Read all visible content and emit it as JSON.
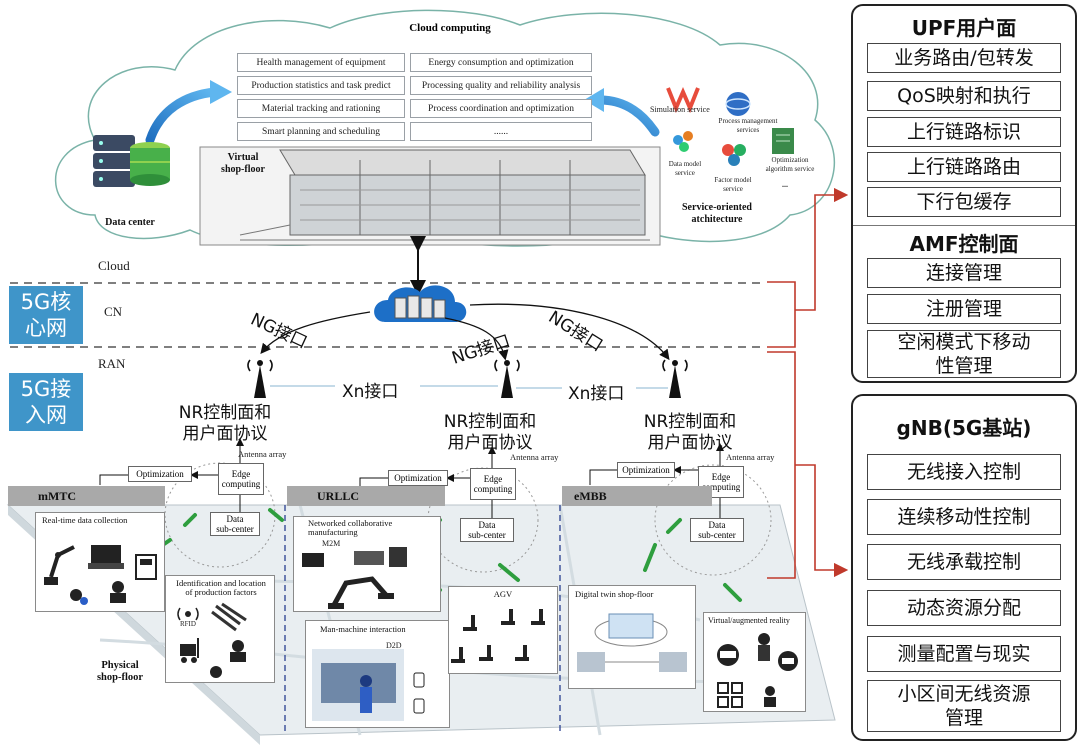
{
  "cloud": {
    "title": "Cloud computing",
    "services_left": [
      "Health management of equipment",
      "Production statistics and task predict",
      "Material tracking and rationing",
      "Smart planning and scheduling"
    ],
    "services_right": [
      "Energy consumption and optimization",
      "Processing quality and reliability analysis",
      "Process coordination and optimization",
      "......"
    ],
    "data_center": "Data center",
    "virtual_shopfloor": "Virtual\nshop-floor",
    "soa": {
      "simulation": "Simulation service",
      "process_mgmt": "Process management\nservices",
      "data_model": "Data model\nservice",
      "factor_model": "Factor model\nservice",
      "optimization": "Optimization\nalgorithm service",
      "more": "...",
      "label": "Service-oriented\natchitecture"
    }
  },
  "layers": {
    "cloud": "Cloud",
    "cn": "CN",
    "ran": "RAN",
    "core_net": "5G核\n心网",
    "access_net": "5G接\n入网"
  },
  "interfaces": {
    "ng1": "NG接口",
    "ng2": "NG接口",
    "ng3": "NG接口",
    "xn1": "Xn接口",
    "xn2": "Xn接口"
  },
  "protocol": {
    "left": "NR控制面和\n用户面协议",
    "mid": "NR控制面和\n用户面协议",
    "right": "NR控制面和\n用户面协议"
  },
  "edge_units": [
    {
      "antenna": "Antenna array",
      "optimization": "Optimization",
      "edge": "Edge\ncomputing",
      "sub": "Data\nsub-center",
      "tag": "mMTC"
    },
    {
      "antenna": "Antenna array",
      "optimization": "Optimization",
      "edge": "Edge\ncomputing",
      "sub": "Data\nsub-center",
      "tag": "URLLC"
    },
    {
      "antenna": "Antenna array",
      "optimization": "Optimization",
      "edge": "Edge\ncomputing",
      "sub": "Data\nsub-center",
      "tag": "eMBB"
    }
  ],
  "shopfloor": {
    "realtime": "Real-time data collection",
    "identification": "Identification and location\nof production factors",
    "rfid": "RFID",
    "networked": "Networked collaborative\nmanufacturing",
    "m2m": "M2M",
    "man_machine": "Man-machine interaction",
    "d2d": "D2D",
    "agv": "AGV",
    "digital_twin": "Digital twin shop-floor",
    "vr": "Virtual/augmented reality",
    "physical": "Physical\nshop-floor"
  },
  "upf": {
    "title": "UPF用户面",
    "items": [
      "业务路由/包转发",
      "QoS映射和执行",
      "上行链路标识",
      "上行链路路由",
      "下行包缓存"
    ]
  },
  "amf": {
    "title": "AMF控制面",
    "items": [
      "连接管理",
      "注册管理",
      "空闲模式下移动\n性管理"
    ]
  },
  "gnb": {
    "title": "gNB(5G基站)",
    "items": [
      "无线接入控制",
      "连续移动性控制",
      "无线承载控制",
      "动态资源分配",
      "测量配置与现实",
      "小区间无线资源\n管理"
    ]
  },
  "colors": {
    "accent_blue": "#3f95c9",
    "bracket_red": "#c0392b",
    "lightning_green": "#2e9e3e"
  }
}
